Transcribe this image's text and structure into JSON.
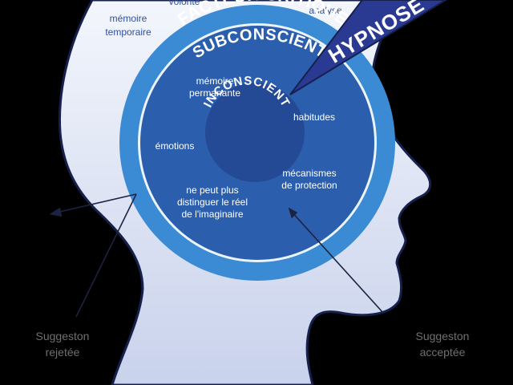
{
  "colors": {
    "background": "#000000",
    "head_light": "#f3f6fc",
    "head_shade": "#c9d2ec",
    "head_outline": "#16204d",
    "ring_critical": "#3b8ad4",
    "ring_subconscious": "#2b5fae",
    "core_unconscious": "#254a95",
    "banner_blue": "#2a3a93",
    "ring_text": "#ffffff",
    "outer_text": "#2f4fa0",
    "arrow": "#1c2340",
    "caption_text": "#6f6f6f"
  },
  "outer_labels": {
    "volonte": "volonté",
    "memoire_temporaire": "mémoire\ntemporaire",
    "analyse": "analyse"
  },
  "rings": {
    "facteur_critique": "FACTEUR CRITIQUE",
    "subconscient": "SUBCONSCIENT",
    "inconscient": "INCONSCIENT"
  },
  "inner_labels": {
    "memoire_permanante": "mémoire\npermanante",
    "habitudes": "habitudes",
    "emotions": "émotions",
    "mecanismes": "mécanismes\nde protection",
    "ne_peut_plus": "ne peut plus\ndistinguer le réel\nde l'imaginaire"
  },
  "banner": {
    "label": "HYPNOSE"
  },
  "captions": {
    "rejected": "Suggeston\nrejetée",
    "accepted": "Suggeston\nacceptée"
  }
}
